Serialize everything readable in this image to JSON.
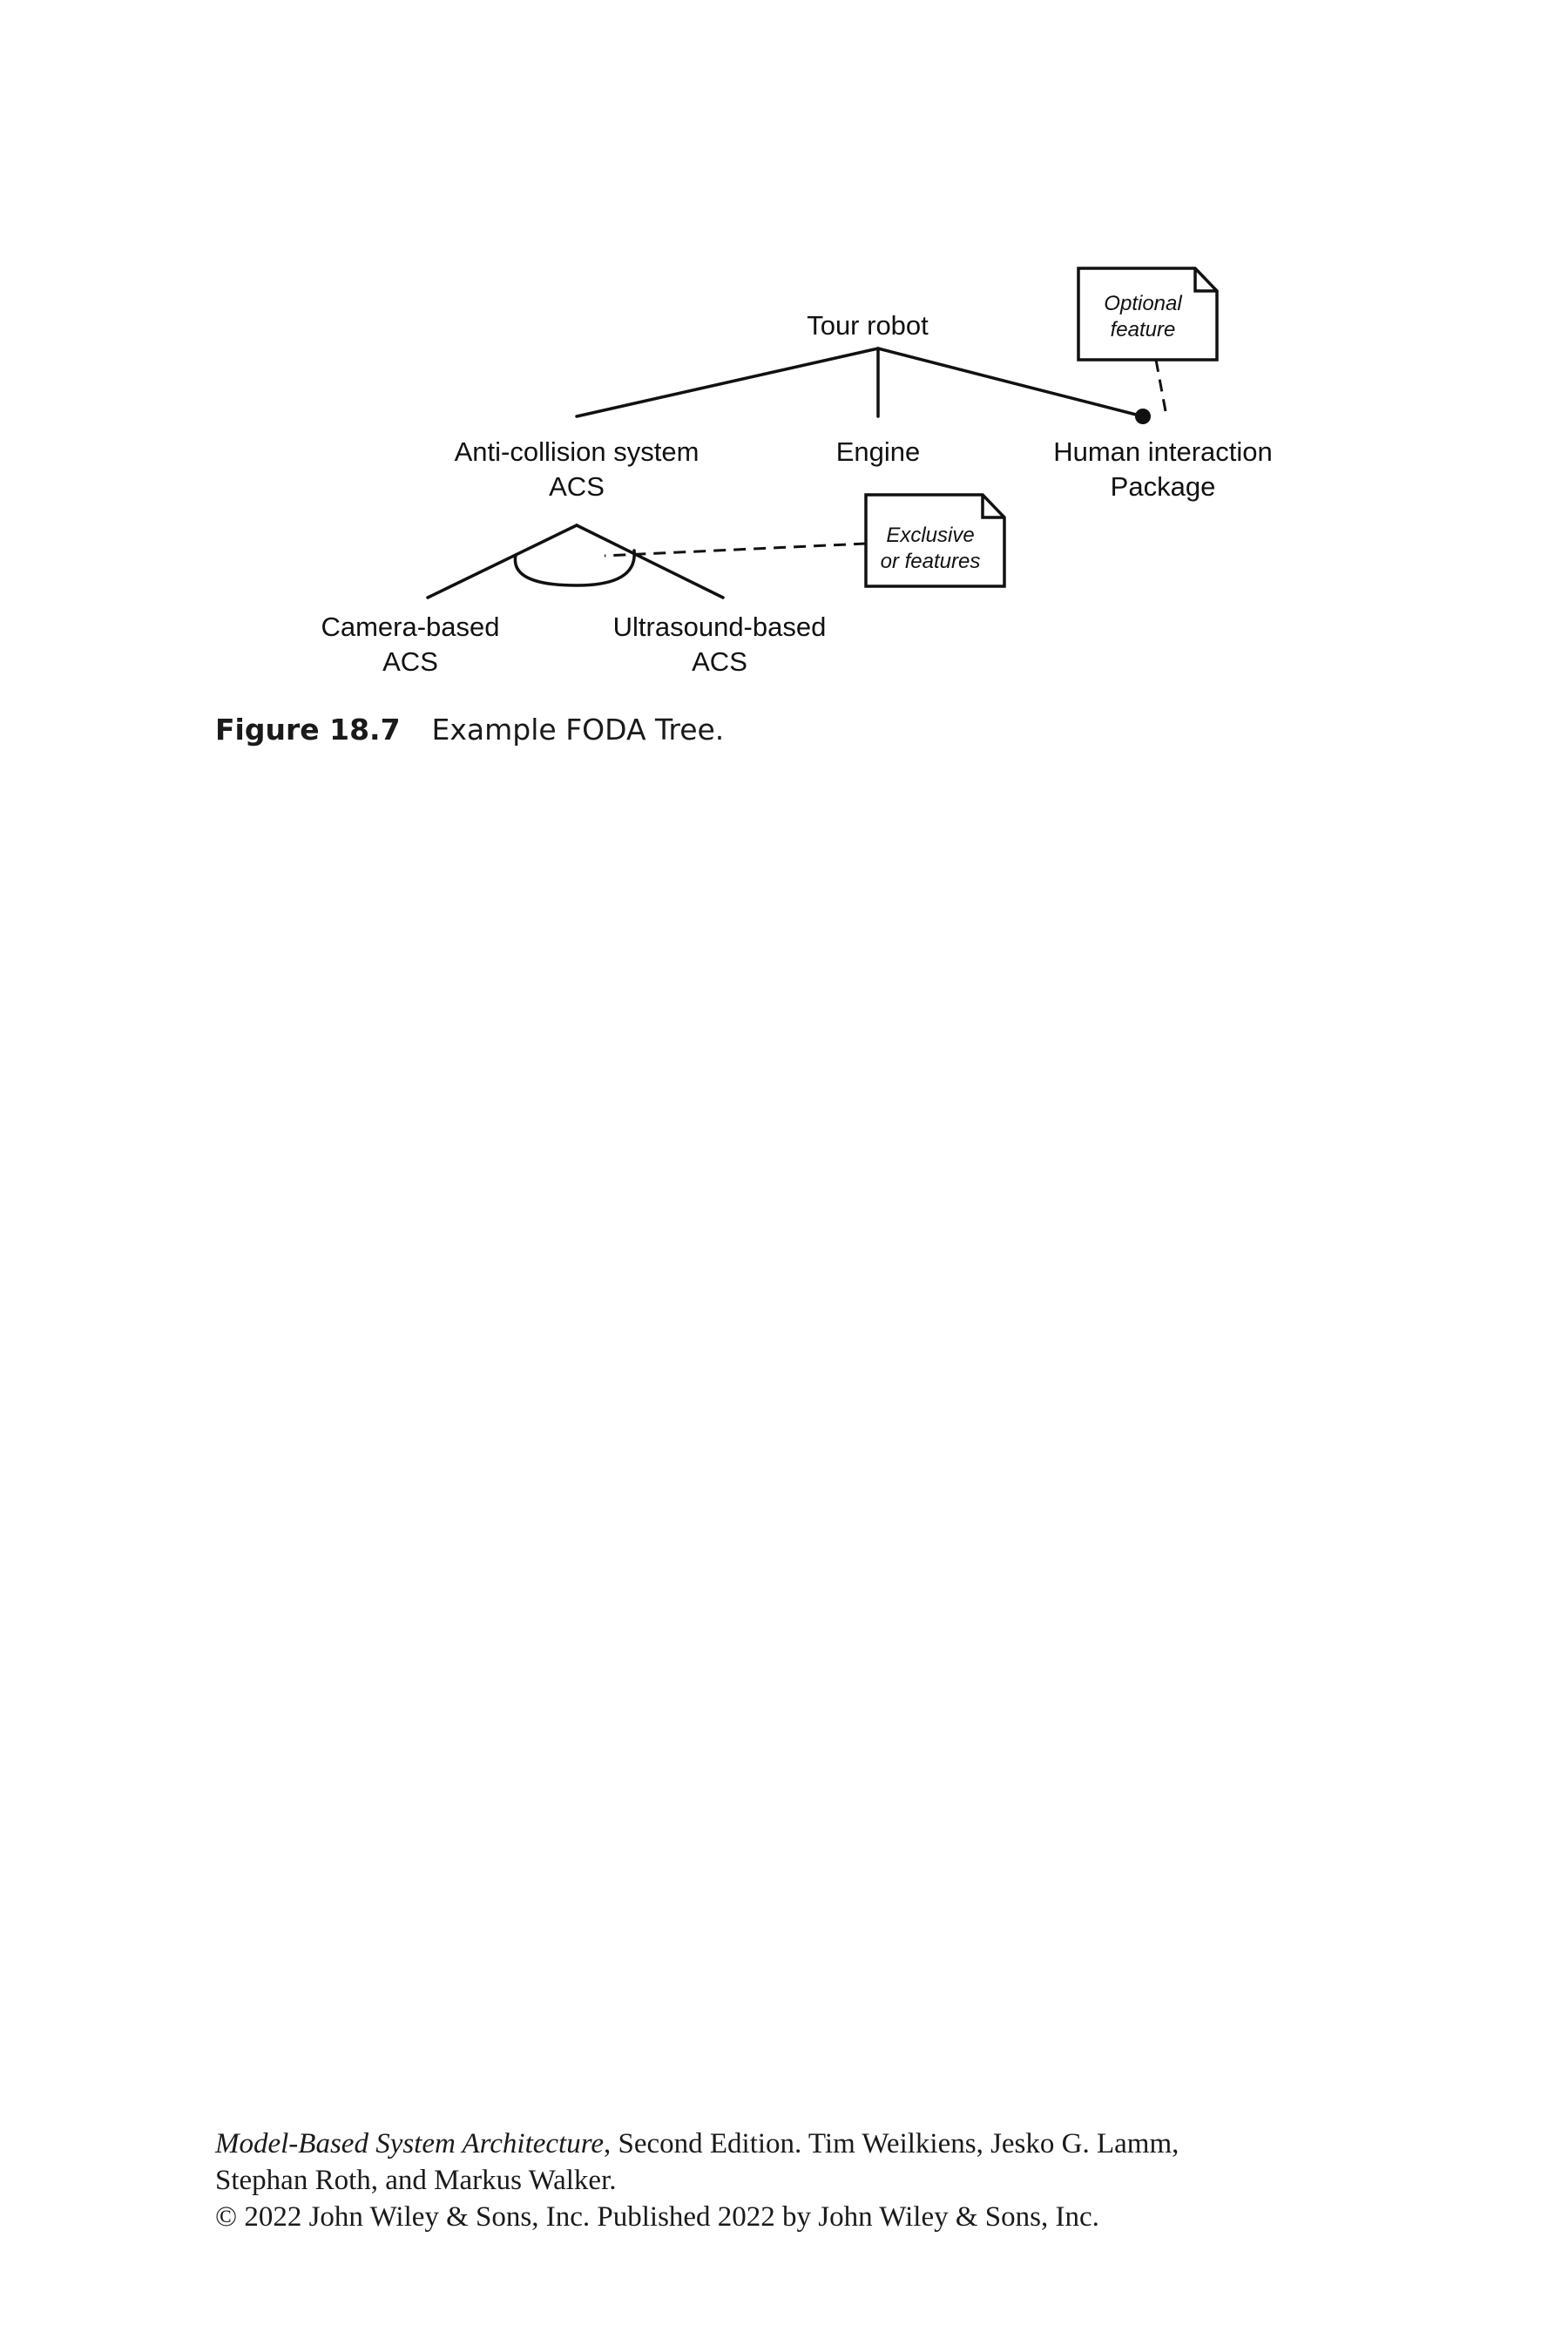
{
  "diagram": {
    "nodes": {
      "root": "Tour robot",
      "acs_line1": "Anti-collision system",
      "acs_line2": "ACS",
      "engine": "Engine",
      "hip_line1": "Human interaction",
      "hip_line2": "Package",
      "cam_line1": "Camera-based",
      "cam_line2": "ACS",
      "ultra_line1": "Ultrasound-based",
      "ultra_line2": "ACS"
    },
    "notes": {
      "optional_line1": "Optional",
      "optional_line2": "feature",
      "exclusive_line1": "Exclusive",
      "exclusive_line2": "or features"
    }
  },
  "caption": {
    "number": "Figure 18.7",
    "title": "Example FODA Tree."
  },
  "footer": {
    "book_title": "Model-Based System Architecture",
    "line1_rest": ", Second Edition. Tim Weilkiens, Jesko G. Lamm,",
    "line2": "Stephan Roth, and Markus Walker.",
    "line3": "© 2022 John Wiley & Sons, Inc. Published 2022 by John Wiley & Sons, Inc."
  }
}
